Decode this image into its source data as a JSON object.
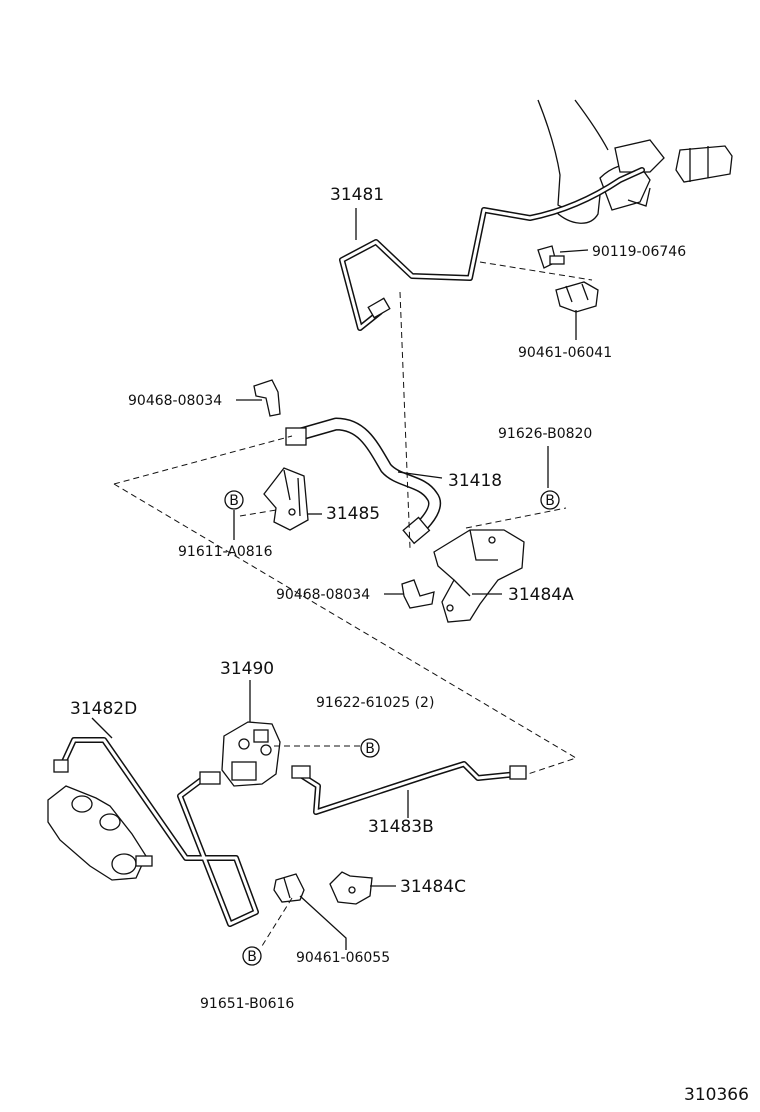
{
  "labels": {
    "p31481": "31481",
    "p90119": "90119-06746",
    "p90461a": "90461-06041",
    "p90468a": "90468-08034",
    "p91626": "91626-B0820",
    "p31418": "31418",
    "p31485": "31485",
    "p91611": "91611-A0816",
    "p90468b": "90468-08034",
    "p31484a": "31484A",
    "p31490": "31490",
    "p91622": "91622-61025 (2)",
    "p31482d": "31482D",
    "p31483b": "31483B",
    "p31484c": "31484C",
    "p90461b": "90461-06055",
    "p91651": "91651-B0616",
    "diagram_id": "310366"
  },
  "markers": {
    "b": "B"
  }
}
